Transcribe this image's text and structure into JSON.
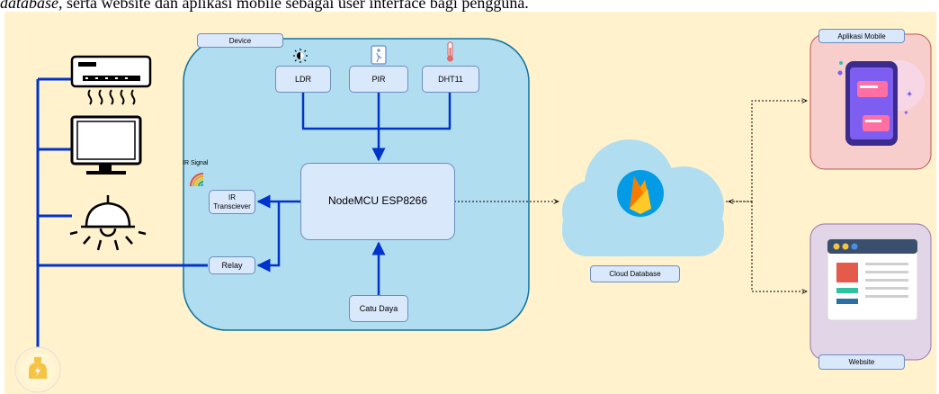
{
  "caption": {
    "italic_part": "database",
    "rest": ", serta website dan aplikasi mobile sebagai user interface bagi pengguna."
  },
  "device": {
    "title": "Device",
    "sensors": [
      "LDR",
      "PIR",
      "DHT11"
    ],
    "mcu": "NodeMCU ESP8266",
    "ir": "IR Transciever",
    "ir_signal": "IR Signal",
    "relay": "Relay",
    "power": "Catu Daya"
  },
  "cloud": {
    "label": "Cloud Database",
    "icon": "firebase-icon"
  },
  "apps": {
    "mobile": "Aplikasi Mobile",
    "website": "Website"
  },
  "appliances": [
    "air-conditioner-icon",
    "monitor-icon",
    "ceiling-lamp-icon",
    "power-plug-icon"
  ],
  "colors": {
    "background": "#fff2cc",
    "device_fill": "#b1ddf0",
    "device_border": "#10739e",
    "wire": "#0033cc",
    "node_fill": "#dae8fc",
    "node_border": "#6c8ebf",
    "mobile_fill": "#f8cecc",
    "website_fill": "#e1d5e7"
  }
}
